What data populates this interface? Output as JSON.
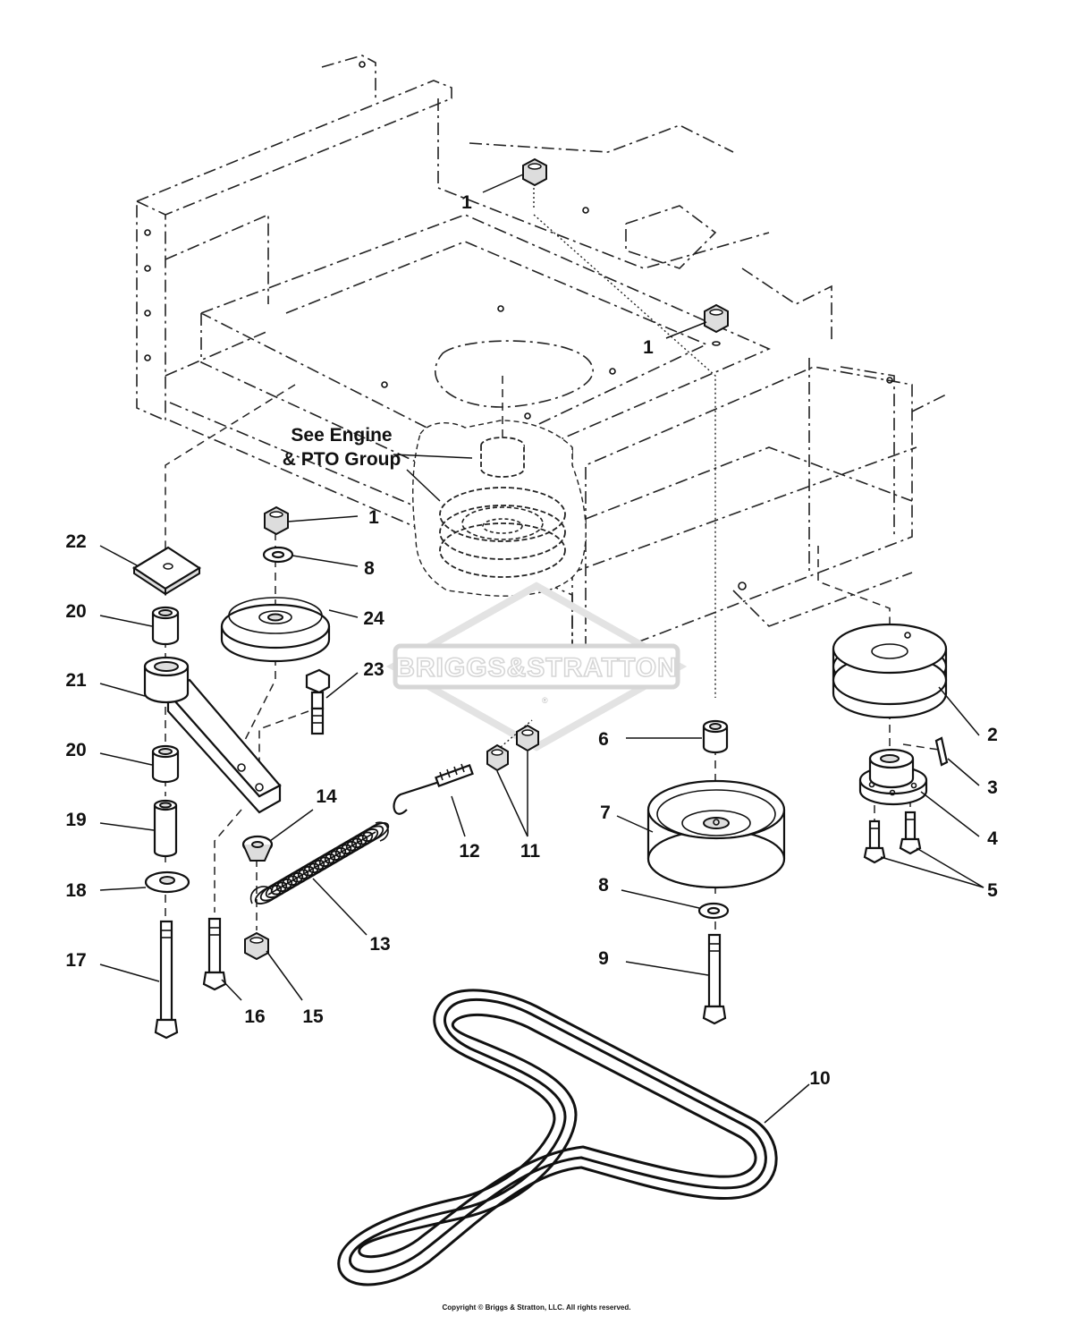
{
  "note": {
    "line1": "See Engine",
    "line2": "& PTO Group"
  },
  "watermark": {
    "text": "BRIGGS&STRATTON",
    "registered": "®"
  },
  "copyright": "Copyright © Briggs & Stratton, LLC. All rights reserved.",
  "callouts": {
    "c1a": "1",
    "c1b": "1",
    "c1c": "1",
    "c2": "2",
    "c3": "3",
    "c4": "4",
    "c5": "5",
    "c6": "6",
    "c7": "7",
    "c8a": "8",
    "c8b": "8",
    "c9": "9",
    "c10": "10",
    "c11": "11",
    "c12": "12",
    "c13": "13",
    "c14": "14",
    "c15": "15",
    "c16": "16",
    "c17": "17",
    "c18": "18",
    "c19": "19",
    "c20a": "20",
    "c20b": "20",
    "c21": "21",
    "c22": "22",
    "c23": "23",
    "c24": "24"
  }
}
